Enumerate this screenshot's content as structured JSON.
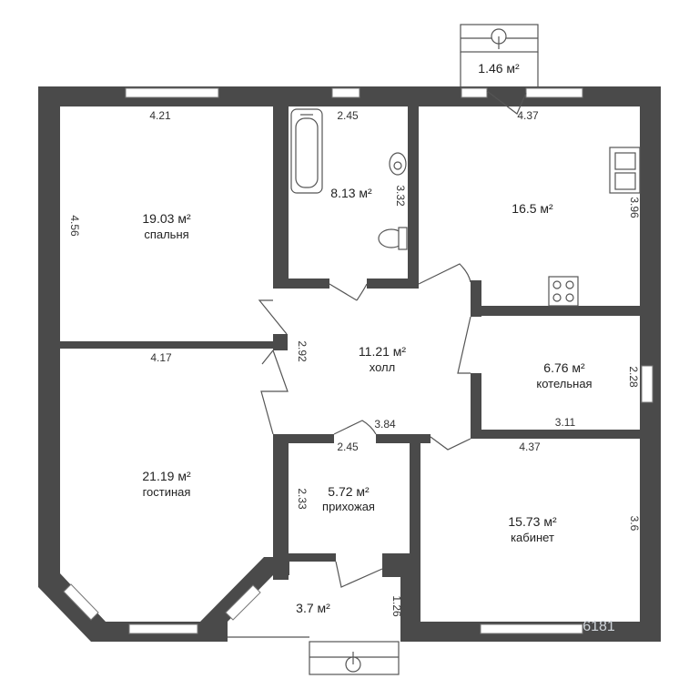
{
  "rooms": {
    "bedroom": {
      "area": "19.03 м²",
      "name": "спальня"
    },
    "bathroom": {
      "area": "8.13 м²"
    },
    "kitchen": {
      "area": "16.5 м²"
    },
    "hall": {
      "area": "11.21 м²",
      "name": "холл"
    },
    "boiler": {
      "area": "6.76 м²",
      "name": "котельная"
    },
    "living": {
      "area": "21.19 м²",
      "name": "гостиная"
    },
    "entry": {
      "area": "5.72 м²",
      "name": "прихожая"
    },
    "office": {
      "area": "15.73 м²",
      "name": "кабинет"
    },
    "porch_top": {
      "area": "1.46 м²"
    },
    "porch_bottom": {
      "area": "3.7 м²"
    }
  },
  "dimensions": {
    "bedroom_width": "4.21",
    "bedroom_height": "4.56",
    "bath_width": "2.45",
    "bath_height": "3.32",
    "kitchen_width": "4.37",
    "kitchen_height": "3.96",
    "living_width": "4.17",
    "hall_height": "2.92",
    "hall_width": "3.84",
    "boiler_height": "2.28",
    "boiler_width": "3.11",
    "entry_width": "2.45",
    "entry_height": "2.33",
    "office_width": "4.37",
    "office_height": "3.6",
    "porch_height": "1.26"
  },
  "watermark": "6181"
}
